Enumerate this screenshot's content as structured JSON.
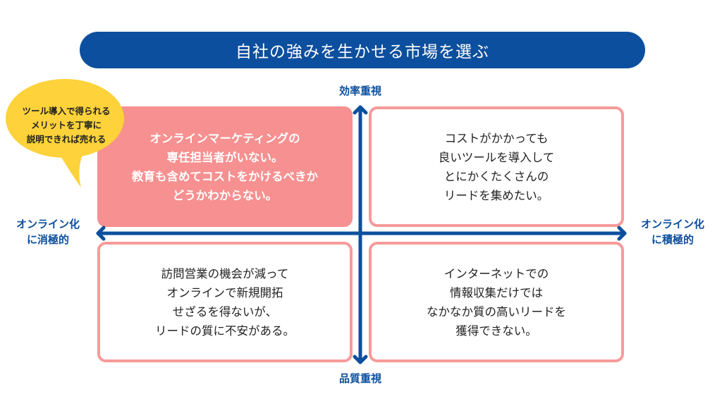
{
  "title": "自社の強みを生かせる市場を選ぶ",
  "axes": {
    "top": "効率重視",
    "bottom": "品質重視",
    "left": "オンライン化\nに消極的",
    "right": "オンライン化\nに積極的"
  },
  "quadrants": {
    "top_left": "オンラインマーケティングの\n専任担当者がいない。\n教育も含めてコストをかけるべきか\nどうかわからない。",
    "top_right": "コストがかかっても\n良いツールを導入して\nとにかくたくさんの\nリードを集めたい。",
    "bottom_left": "訪問営業の機会が減って\nオンラインで新規開拓\nせざるを得ないが、\nリードの質に不安がある。",
    "bottom_right": "インターネットでの\n情報収集だけでは\nなかなか質の高いリードを\n獲得できない。"
  },
  "callout": "ツール導入で得られる\nメリットを丁寧に\n説明できれば売れる",
  "colors": {
    "brand_blue": "#0c4f9e",
    "highlight_pink": "#f79090",
    "callout_yellow": "#fdd23a"
  }
}
